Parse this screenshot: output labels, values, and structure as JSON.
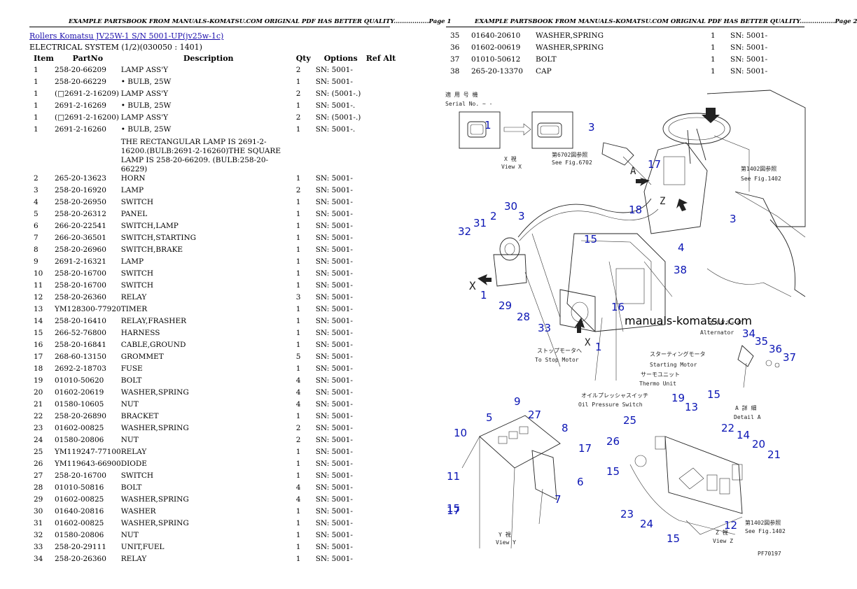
{
  "page1": {
    "header": "EXAMPLE PARTSBOOK FROM MANUALS-KOMATSU.COM ORIGINAL PDF HAS BETTER QUALITY.................Page 1",
    "title_link": "Rollers Komatsu JV25W-1 S/N 5001-UP(jv25w-1c)",
    "subtitle": "ELECTRICAL SYSTEM (1/2)(030050 : 1401)",
    "columns": [
      "Item",
      "PartNo",
      "Description",
      "Qty",
      "Options",
      "Ref Alt"
    ],
    "rows": [
      {
        "item": "1",
        "part": "258-20-66209",
        "desc": "LAMP ASS'Y",
        "qty": "2",
        "opt": "SN: 5001-"
      },
      {
        "item": "1",
        "part": "258-20-66229",
        "desc": "• BULB, 25W",
        "qty": "1",
        "opt": "SN: 5001-"
      },
      {
        "item": "1",
        "part": "(□2691-2-16209)",
        "desc": "LAMP ASS'Y",
        "qty": "2",
        "opt": "SN: (5001-.)"
      },
      {
        "item": "1",
        "part": "2691-2-16269",
        "desc": "• BULB, 25W",
        "qty": "1",
        "opt": "SN: 5001-."
      },
      {
        "item": "1",
        "part": "(□2691-2-16200)",
        "desc": "LAMP ASS'Y",
        "qty": "2",
        "opt": "SN: (5001-.)"
      },
      {
        "item": "1",
        "part": "2691-2-16260",
        "desc": "• BULB, 25W",
        "qty": "1",
        "opt": "SN: 5001-."
      },
      {
        "item": "",
        "part": "",
        "desc": "THE RECTANGULAR LAMP IS 2691-2-16200.(BULB:2691-2-16260)THE SQUARE LAMP IS 258-20-66209. (BULB:258-20-66229)",
        "qty": "",
        "opt": "",
        "note": true
      },
      {
        "item": "2",
        "part": "265-20-13623",
        "desc": "HORN",
        "qty": "1",
        "opt": "SN: 5001-"
      },
      {
        "item": "3",
        "part": "258-20-16920",
        "desc": "LAMP",
        "qty": "2",
        "opt": "SN: 5001-"
      },
      {
        "item": "4",
        "part": "258-20-26950",
        "desc": "SWITCH",
        "qty": "1",
        "opt": "SN: 5001-"
      },
      {
        "item": "5",
        "part": "258-20-26312",
        "desc": "PANEL",
        "qty": "1",
        "opt": "SN: 5001-"
      },
      {
        "item": "6",
        "part": "266-20-22541",
        "desc": "SWITCH,LAMP",
        "qty": "1",
        "opt": "SN: 5001-"
      },
      {
        "item": "7",
        "part": "266-20-36501",
        "desc": "SWITCH,STARTING",
        "qty": "1",
        "opt": "SN: 5001-"
      },
      {
        "item": "8",
        "part": "258-20-26960",
        "desc": "SWITCH,BRAKE",
        "qty": "1",
        "opt": "SN: 5001-"
      },
      {
        "item": "9",
        "part": "2691-2-16321",
        "desc": "LAMP",
        "qty": "1",
        "opt": "SN: 5001-"
      },
      {
        "item": "10",
        "part": "258-20-16700",
        "desc": "SWITCH",
        "qty": "1",
        "opt": "SN: 5001-"
      },
      {
        "item": "11",
        "part": "258-20-16700",
        "desc": "SWITCH",
        "qty": "1",
        "opt": "SN: 5001-"
      },
      {
        "item": "12",
        "part": "258-20-26360",
        "desc": "RELAY",
        "qty": "3",
        "opt": "SN: 5001-"
      },
      {
        "item": "13",
        "part": "YM128300-77920",
        "desc": "TIMER",
        "qty": "1",
        "opt": "SN: 5001-"
      },
      {
        "item": "14",
        "part": "258-20-16410",
        "desc": "RELAY,FRASHER",
        "qty": "1",
        "opt": "SN: 5001-"
      },
      {
        "item": "15",
        "part": "266-52-76800",
        "desc": "HARNESS",
        "qty": "1",
        "opt": "SN: 5001-"
      },
      {
        "item": "16",
        "part": "258-20-16841",
        "desc": "CABLE,GROUND",
        "qty": "1",
        "opt": "SN: 5001-"
      },
      {
        "item": "17",
        "part": "268-60-13150",
        "desc": "GROMMET",
        "qty": "5",
        "opt": "SN: 5001-"
      },
      {
        "item": "18",
        "part": "2692-2-18703",
        "desc": "FUSE",
        "qty": "1",
        "opt": "SN: 5001-"
      },
      {
        "item": "19",
        "part": "01010-50620",
        "desc": "BOLT",
        "qty": "4",
        "opt": "SN: 5001-"
      },
      {
        "item": "20",
        "part": "01602-20619",
        "desc": "WASHER,SPRING",
        "qty": "4",
        "opt": "SN: 5001-"
      },
      {
        "item": "21",
        "part": "01580-10605",
        "desc": "NUT",
        "qty": "4",
        "opt": "SN: 5001-"
      },
      {
        "item": "22",
        "part": "258-20-26890",
        "desc": "BRACKET",
        "qty": "1",
        "opt": "SN: 5001-"
      },
      {
        "item": "23",
        "part": "01602-00825",
        "desc": "WASHER,SPRING",
        "qty": "2",
        "opt": "SN: 5001-"
      },
      {
        "item": "24",
        "part": "01580-20806",
        "desc": "NUT",
        "qty": "2",
        "opt": "SN: 5001-"
      },
      {
        "item": "25",
        "part": "YM119247-77100",
        "desc": "RELAY",
        "qty": "1",
        "opt": "SN: 5001-"
      },
      {
        "item": "26",
        "part": "YM119643-66900",
        "desc": "DIODE",
        "qty": "1",
        "opt": "SN: 5001-"
      },
      {
        "item": "27",
        "part": "258-20-16700",
        "desc": "SWITCH",
        "qty": "1",
        "opt": "SN: 5001-"
      },
      {
        "item": "28",
        "part": "01010-50816",
        "desc": "BOLT",
        "qty": "4",
        "opt": "SN: 5001-"
      },
      {
        "item": "29",
        "part": "01602-00825",
        "desc": "WASHER,SPRING",
        "qty": "4",
        "opt": "SN: 5001-"
      },
      {
        "item": "30",
        "part": "01640-20816",
        "desc": "WASHER",
        "qty": "1",
        "opt": "SN: 5001-"
      },
      {
        "item": "31",
        "part": "01602-00825",
        "desc": "WASHER,SPRING",
        "qty": "1",
        "opt": "SN: 5001-"
      },
      {
        "item": "32",
        "part": "01580-20806",
        "desc": "NUT",
        "qty": "1",
        "opt": "SN: 5001-"
      },
      {
        "item": "33",
        "part": "258-20-29111",
        "desc": "UNIT,FUEL",
        "qty": "1",
        "opt": "SN: 5001-"
      },
      {
        "item": "34",
        "part": "258-20-26360",
        "desc": "RELAY",
        "qty": "1",
        "opt": "SN: 5001-"
      }
    ]
  },
  "page2": {
    "header": "EXAMPLE PARTSBOOK FROM MANUALS-KOMATSU.COM ORIGINAL PDF HAS BETTER QUALITY.................Page 2",
    "rows": [
      {
        "item": "35",
        "part": "01640-20610",
        "desc": "WASHER,SPRING",
        "qty": "1",
        "opt": "SN: 5001-"
      },
      {
        "item": "36",
        "part": "01602-00619",
        "desc": "WASHER,SPRING",
        "qty": "1",
        "opt": "SN: 5001-"
      },
      {
        "item": "37",
        "part": "01010-50612",
        "desc": "BOLT",
        "qty": "1",
        "opt": "SN: 5001-"
      },
      {
        "item": "38",
        "part": "265-20-13370",
        "desc": "CAP",
        "qty": "1",
        "opt": "SN: 5001-"
      }
    ]
  },
  "diagram": {
    "watermark": "manuals-komatsu.com",
    "serial_top": "適 用 号 機",
    "serial_en": "Serial No. ~ -",
    "view_x_jp": "X 視",
    "view_x": "View X",
    "see_6702_jp": "第6702図参照",
    "see_6702": "See Fig.6702",
    "see_1402_jp": "第1402図参照",
    "see_1402": "See Fig.1402",
    "alternator_jp": "オルタネータ",
    "alternator": "Alternator",
    "starting_jp": "スターティングモータ",
    "starting": "Starting Motor",
    "thermo_jp": "サーモユニット",
    "thermo": "Thermo Unit",
    "stop_jp": "ストップモータへ",
    "stop": "To Stop Motor",
    "oil_jp": "オイルプレッシャスイッチ",
    "oil": "Oil Pressure Switch",
    "detail_a_jp": "A 詳 細",
    "detail_a": "Detail A",
    "view_y_jp": "Y 視",
    "view_y": "View Y",
    "view_z_jp": "Z 視",
    "view_z": "View Z",
    "fig_code": "PF70197",
    "letter_x": "X",
    "letter_a": "A",
    "letter_z": "Z",
    "letter_y": "Y",
    "callouts": [
      "1",
      "1",
      "1",
      "2",
      "3",
      "3",
      "3",
      "4",
      "5",
      "6",
      "7",
      "8",
      "9",
      "10",
      "11",
      "12",
      "13",
      "14",
      "15",
      "15",
      "15",
      "15",
      "15",
      "16",
      "17",
      "17",
      "17",
      "18",
      "19",
      "20",
      "21",
      "22",
      "23",
      "24",
      "25",
      "26",
      "27",
      "28",
      "29",
      "30",
      "31",
      "32",
      "33",
      "34",
      "35",
      "36",
      "37",
      "38"
    ]
  }
}
